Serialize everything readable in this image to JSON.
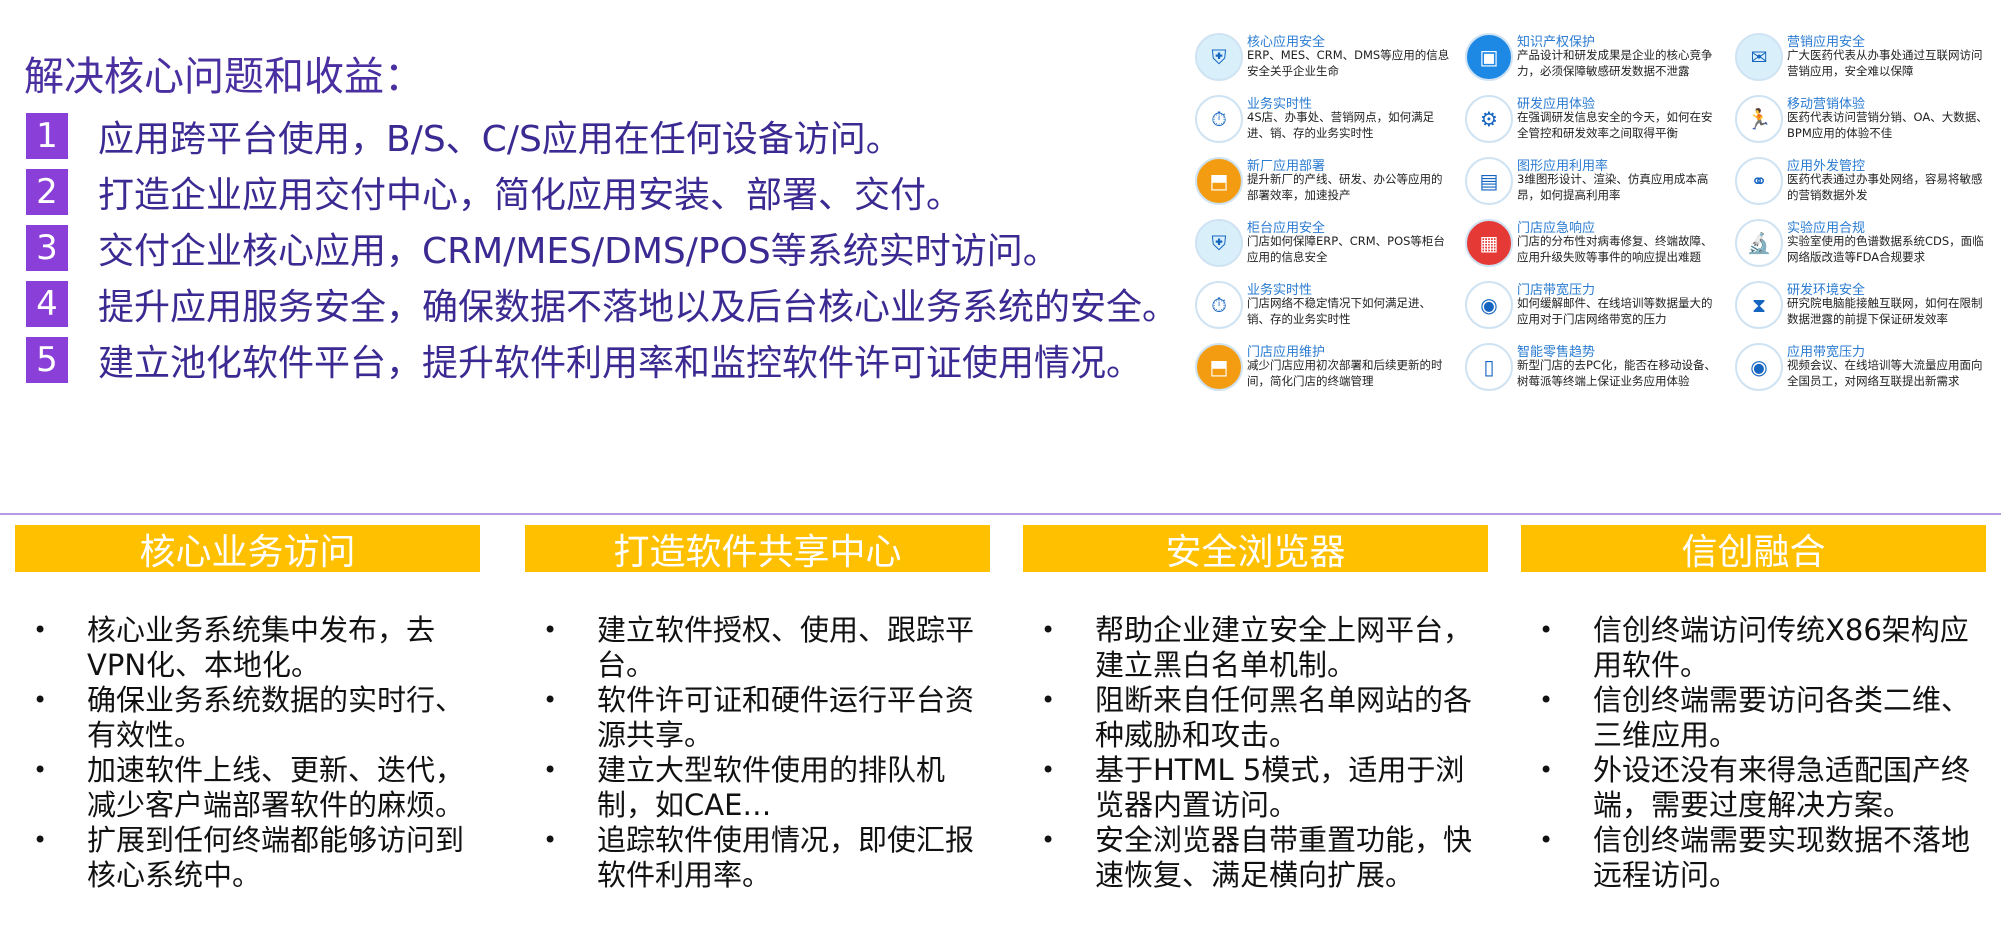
{
  "heading": "解决核心问题和收益：",
  "items": [
    {
      "num": "1",
      "text": "应用跨平台使用，B/S、C/S应用在任何设备访问。"
    },
    {
      "num": "2",
      "text": "打造企业应用交付中心，简化应用安装、部署、交付。"
    },
    {
      "num": "3",
      "text": "交付企业核心应用，CRM/MES/DMS/POS等系统实时访问。"
    },
    {
      "num": "4",
      "text": "提升应用服务安全，确保数据不落地以及后台核心业务系统的安全。"
    },
    {
      "num": "5",
      "text": "建立池化软件平台，提升软件利用率和监控软件许可证使用情况。"
    }
  ],
  "grid": [
    {
      "title": "核心应用安全",
      "desc": "ERP、MES、CRM、DMS等应用的信息安全关乎企业生命",
      "icon": "shield-app-icon",
      "color": "#d9f0fb"
    },
    {
      "title": "知识产权保护",
      "desc": "产品设计和研发成果是企业的核心竞争力，必须保障敏感研发数据不泄露",
      "icon": "ip-card-icon",
      "color": "#1e88e5"
    },
    {
      "title": "营销应用安全",
      "desc": "广大医药代表从办事处通过互联网访问营销应用，安全难以保障",
      "icon": "marketing-icon",
      "color": "#d9f0fb"
    },
    {
      "title": "业务实时性",
      "desc": "4S店、办事处、营销网点，如何满足进、销、存的业务实时性",
      "icon": "stopwatch-gear-icon",
      "color": "#ffffff"
    },
    {
      "title": "研发应用体验",
      "desc": "在强调研发信息安全的今天，如何在安全管控和研发效率之间取得平衡",
      "icon": "rd-experience-icon",
      "color": "#ffffff"
    },
    {
      "title": "移动营销体验",
      "desc": "医药代表访问营销分销、OA、大数据、BPM应用的体验不佳",
      "icon": "mobile-runner-icon",
      "color": "#ffffff"
    },
    {
      "title": "新厂应用部署",
      "desc": "提升新厂的产线、研发、办公等应用的部署效率，加速投产",
      "icon": "factory-deploy-icon",
      "color": "#f39c12"
    },
    {
      "title": "图形应用利用率",
      "desc": "3维图形设计、渲染、仿真应用成本高昂，如何提高利用率",
      "icon": "graphics-monitor-icon",
      "color": "#ffffff"
    },
    {
      "title": "应用外发管控",
      "desc": "医药代表通过办事处网络，容易将敏感的营销数据外发",
      "icon": "outbound-control-icon",
      "color": "#ffffff"
    },
    {
      "title": "柜台应用安全",
      "desc": "门店如何保障ERP、CRM、POS等柜台应用的信息安全",
      "icon": "counter-security-icon",
      "color": "#d9f0fb"
    },
    {
      "title": "门店应急响应",
      "desc": "门店的分布性对病毒修复、终端故障、应用升级失败等事件的响应提出难题",
      "icon": "emergency-grid-icon",
      "color": "#e53935"
    },
    {
      "title": "实验应用合规",
      "desc": "实验室使用的色谱数据系统CDS，面临网络版改造等FDA合规要求",
      "icon": "microscope-icon",
      "color": "#ffffff"
    },
    {
      "title": "业务实时性",
      "desc": "门店网络不稳定情况下如何满足进、销、存的业务实时性",
      "icon": "stopwatch-gear-icon",
      "color": "#ffffff"
    },
    {
      "title": "门店带宽压力",
      "desc": "如何缓解邮件、在线培训等数据量大的应用对于门店网络带宽的压力",
      "icon": "bandwidth-icon",
      "color": "#ffffff"
    },
    {
      "title": "研发环境安全",
      "desc": "研究院电脑能接触互联网，如何在限制数据泄露的前提下保证研发效率",
      "icon": "dna-icon",
      "color": "#ffffff"
    },
    {
      "title": "门店应用维护",
      "desc": "减少门店应用初次部署和后续更新的时间，简化门店的终端管理",
      "icon": "store-maintain-icon",
      "color": "#f39c12"
    },
    {
      "title": "智能零售趋势",
      "desc": "新型门店的去PC化，能否在移动设备、树莓派等终端上保证业务应用体验",
      "icon": "retail-devices-icon",
      "color": "#ffffff"
    },
    {
      "title": "应用带宽压力",
      "desc": "视频会议、在线培训等大流量应用面向全国员工，对网络互联提出新需求",
      "icon": "bandwidth-icon",
      "color": "#ffffff"
    }
  ],
  "columns": [
    {
      "title": "核心业务访问",
      "bullets": [
        "核心业务系统集中发布，去VPN化、本地化。",
        "确保业务系统数据的实时行、有效性。",
        "加速软件上线、更新、迭代，减少客户端部署软件的麻烦。",
        "扩展到任何终端都能够访问到核心系统中。"
      ]
    },
    {
      "title": "打造软件共享中心",
      "bullets": [
        "建立软件授权、使用、跟踪平台。",
        "软件许可证和硬件运行平台资源共享。",
        "建立大型软件使用的排队机制，如CAE…",
        "追踪软件使用情况，即使汇报软件利用率。"
      ]
    },
    {
      "title": "安全浏览器",
      "bullets": [
        "帮助企业建立安全上网平台，建立黑白名单机制。",
        "阻断来自任何黑名单网站的各种威胁和攻击。",
        "基于HTML 5模式，适用于浏览器内置访问。",
        "安全浏览器自带重置功能，快速恢复、满足横向扩展。"
      ]
    },
    {
      "title": "信创融合",
      "bullets": [
        "信创终端访问传统X86架构应用软件。",
        "信创终端需要访问各类二维、三维应用。",
        "外设还没有来得急适配国产终端，需要过度解决方案。",
        "信创终端需要实现数据不落地远程访问。"
      ]
    }
  ],
  "bullet_char": "•"
}
